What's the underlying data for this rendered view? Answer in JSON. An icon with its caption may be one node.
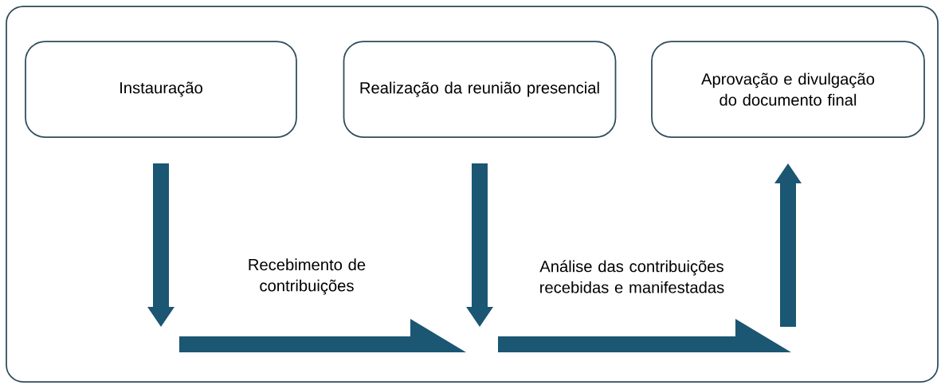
{
  "diagram": {
    "nodes": [
      {
        "text": [
          "Instauração"
        ]
      },
      {
        "text": [
          "Realização da reunião presencial"
        ]
      },
      {
        "text": [
          "Aprovação e divulgação do documento final"
        ]
      },
      {
        "text": [
          "Recebimento de contribuições"
        ]
      },
      {
        "text": [
          "Análise das contribuições recebidas e manifestadas"
        ]
      }
    ],
    "edges": [
      {
        "from": 0,
        "to": 3,
        "arrow": "to"
      },
      {
        "from": 1,
        "to": 4,
        "arrow": "to"
      },
      {
        "from": 4,
        "to": 2,
        "arrow": "to"
      }
    ]
  }
}
